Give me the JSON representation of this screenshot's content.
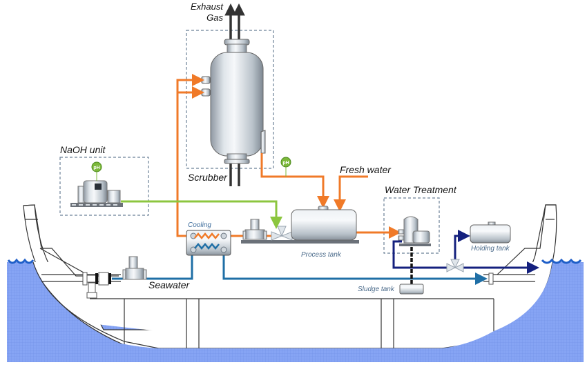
{
  "diagram": {
    "title": "Exhaust gas scrubber system (closed loop) on ship",
    "labels": {
      "exhaust_gas_line1": "Exhaust",
      "exhaust_gas_line2": "Gas",
      "scrubber": "Scrubber",
      "naoh_unit": "NaOH unit",
      "fresh_water": "Fresh water",
      "water_treatment": "Water Treatment",
      "cooling": "Cooling",
      "process_tank": "Process tank",
      "holding_tank": "Holding tank",
      "sludge_tank": "Sludge tank",
      "seawater": "Seawater"
    },
    "sensors": {
      "ph_naoh": "pH",
      "ph_scrubber": "pH"
    },
    "components": [
      "scrubber",
      "naoh-unit",
      "cooler",
      "circulation-pump",
      "mixing-valve",
      "process-tank",
      "water-treatment-unit",
      "holding-tank",
      "three-way-valve",
      "sludge-tank",
      "seawater-pump",
      "sea-chest-valve",
      "overboard-outlet"
    ],
    "flows": [
      {
        "name": "scrubber-water",
        "from": "process-tank",
        "to": "scrubber",
        "via": "cooler",
        "color": "#f07a28"
      },
      {
        "name": "scrubber-drain",
        "from": "scrubber",
        "to": "process-tank",
        "color": "#f07a28"
      },
      {
        "name": "fresh-water",
        "to": "process-tank",
        "color": "#f07a28"
      },
      {
        "name": "naoh-dosing",
        "from": "naoh-unit",
        "to": "mixing-valve",
        "color": "#8cc63f"
      },
      {
        "name": "bleed-off",
        "from": "process-tank",
        "to": "water-treatment-unit",
        "color": "#f07a28"
      },
      {
        "name": "treated-water",
        "from": "water-treatment-unit",
        "to": "overboard / holding-tank",
        "color": "#14207e"
      },
      {
        "name": "sludge",
        "from": "water-treatment-unit",
        "to": "sludge-tank",
        "color": "#111111"
      },
      {
        "name": "cooling-seawater",
        "from": "sea",
        "to": "overboard",
        "via": "cooler",
        "color": "#1f6fa6"
      },
      {
        "name": "exhaust-gas",
        "from": "scrubber",
        "to": "atmosphere",
        "color": "#333333"
      }
    ],
    "colors": {
      "scrubber_water": "#f07a28",
      "naoh": "#8cc63f",
      "seawater": "#1f6fa6",
      "treated_water": "#14207e",
      "sludge": "#111111",
      "sea": "#7f9ef0",
      "ph_sensor": "#7cb83a"
    }
  }
}
